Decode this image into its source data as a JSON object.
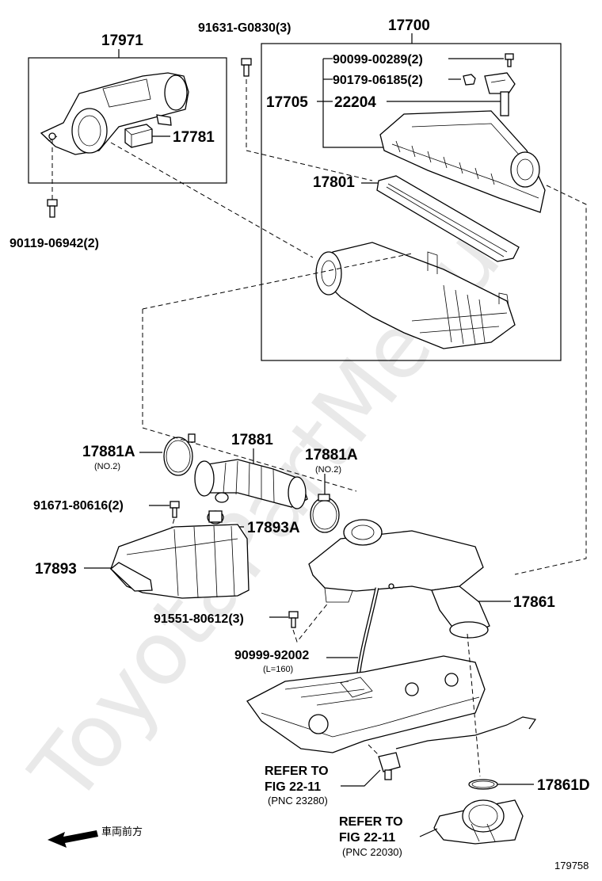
{
  "watermark": "ToyotaPartMenu",
  "labels": {
    "p17971": "17971",
    "p91631": "91631-G0830(3)",
    "p17700": "17700",
    "p90099_00289": "90099-00289(2)",
    "p90179": "90179-06185(2)",
    "p17705": "17705",
    "p22204": "22204",
    "p17781": "17781",
    "p17801": "17801",
    "p90119": "90119-06942(2)",
    "p17881A_left": "17881A",
    "p17881A_left_sub": "(NO.2)",
    "p17881": "17881",
    "p17881A_right": "17881A",
    "p17881A_right_sub": "(NO.2)",
    "p91671": "91671-80616(2)",
    "p17893A": "17893A",
    "p17893": "17893",
    "p91551": "91551-80612(3)",
    "p17861": "17861",
    "p90999_92002": "90999-92002",
    "p90999_sub": "(L=160)",
    "refer1_a": "REFER TO",
    "refer1_b": "FIG 22-11",
    "refer1_c": "(PNC 23280)",
    "p17861D": "17861D",
    "refer2_a": "REFER TO",
    "refer2_b": "FIG 22-11",
    "refer2_c": "(PNC 22030)",
    "front_text": "車両前方",
    "figure_no": "179758"
  }
}
